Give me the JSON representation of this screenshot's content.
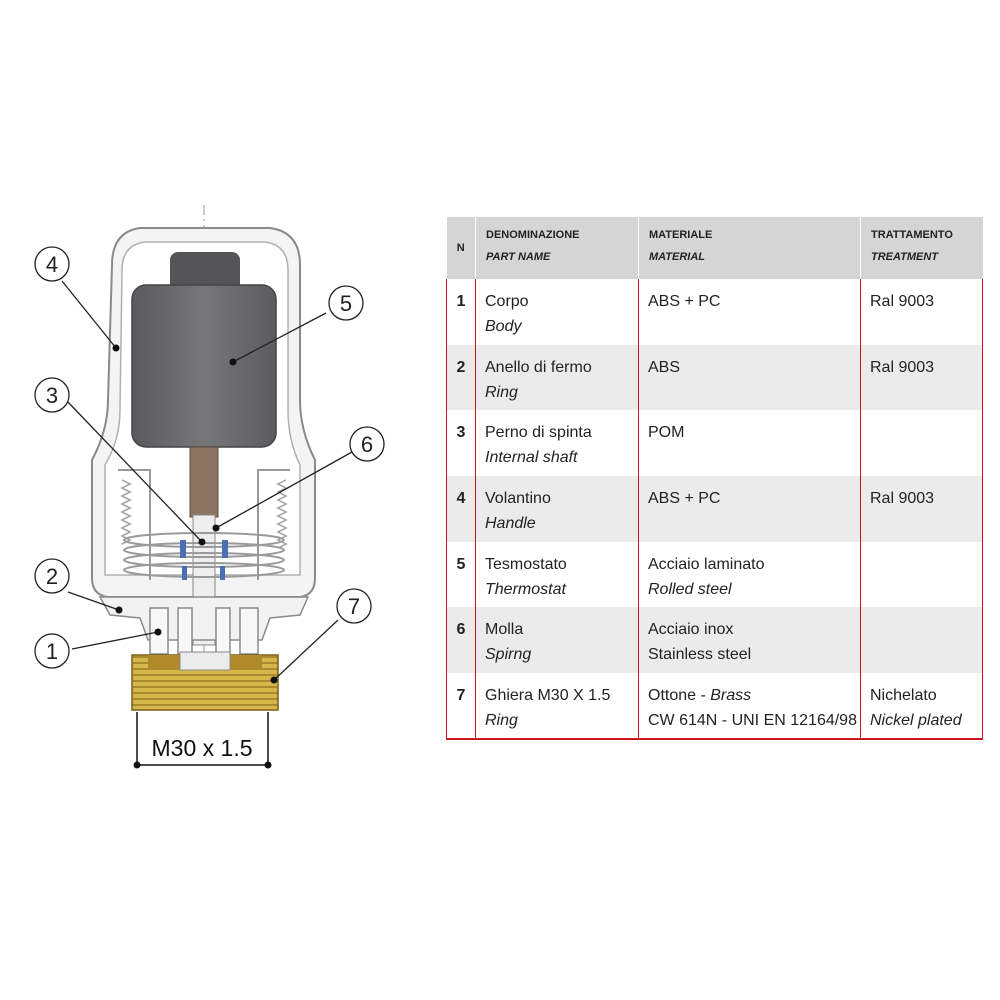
{
  "diagram": {
    "callouts": [
      "4",
      "3",
      "2",
      "1",
      "5",
      "6",
      "7"
    ],
    "dimension_label": "M30 x 1.5"
  },
  "table": {
    "headers": {
      "n": "N",
      "name_it": "DENOMINAZIONE",
      "name_en": "PART NAME",
      "material_it": "MATERIALE",
      "material_en": "MATERIAL",
      "treatment_it": "TRATTAMENTO",
      "treatment_en": "TREATMENT"
    },
    "rows": [
      {
        "n": "1",
        "name_it": "Corpo",
        "name_en": "Body",
        "material": "ABS + PC",
        "material_2": "",
        "treatment": "Ral 9003",
        "treatment_en": ""
      },
      {
        "n": "2",
        "name_it": "Anello di fermo",
        "name_en": "Ring",
        "material": "ABS",
        "material_2": "",
        "treatment": "Ral 9003",
        "treatment_en": ""
      },
      {
        "n": "3",
        "name_it": "Perno di spinta",
        "name_en": "Internal shaft",
        "material": "POM",
        "material_2": "",
        "treatment": "",
        "treatment_en": ""
      },
      {
        "n": "4",
        "name_it": "Volantino",
        "name_en": "Handle",
        "material": "ABS + PC",
        "material_2": "",
        "treatment": "Ral 9003",
        "treatment_en": ""
      },
      {
        "n": "5",
        "name_it": "Tesmostato",
        "name_en": "Thermostat",
        "material": "Acciaio laminato",
        "material_2": "",
        "material_2_en": "Rolled steel",
        "treatment": "",
        "treatment_en": ""
      },
      {
        "n": "6",
        "name_it": "Molla",
        "name_en": "Spirng",
        "material": "Acciaio inox",
        "material_2": "Stainless steel",
        "treatment": "",
        "treatment_en": ""
      },
      {
        "n": "7",
        "name_it": "Ghiera M30 X 1.5",
        "name_en": "Ring",
        "material": "Ottone - ",
        "material_en_inline": "Brass",
        "material_2": "CW 614N - UNI EN  12164/98",
        "treatment": "Nichelato",
        "treatment_en": "Nickel plated"
      }
    ]
  },
  "colors": {
    "accent_red": "#c9151d",
    "header_gray": "#d5d5d5",
    "stripe_gray": "#ebebeb",
    "brass": "#c9a640",
    "thermostat_gray": "#68686a"
  }
}
